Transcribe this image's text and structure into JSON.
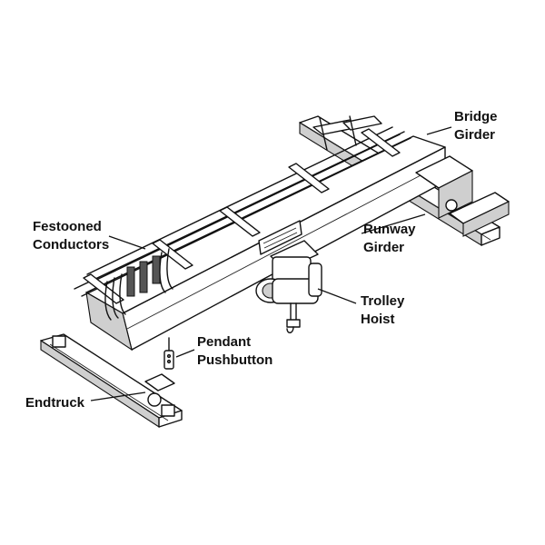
{
  "labels": {
    "bridge_girder": [
      "Bridge",
      "Girder"
    ],
    "runway_girder": [
      "Runway",
      "Girder"
    ],
    "festooned_conductors": [
      "Festooned",
      "Conductors"
    ],
    "trolley_hoist": [
      "Trolley",
      "Hoist"
    ],
    "pendant_pushbutton": [
      "Pendant",
      "Pushbutton"
    ],
    "endtruck": [
      "Endtruck"
    ]
  }
}
